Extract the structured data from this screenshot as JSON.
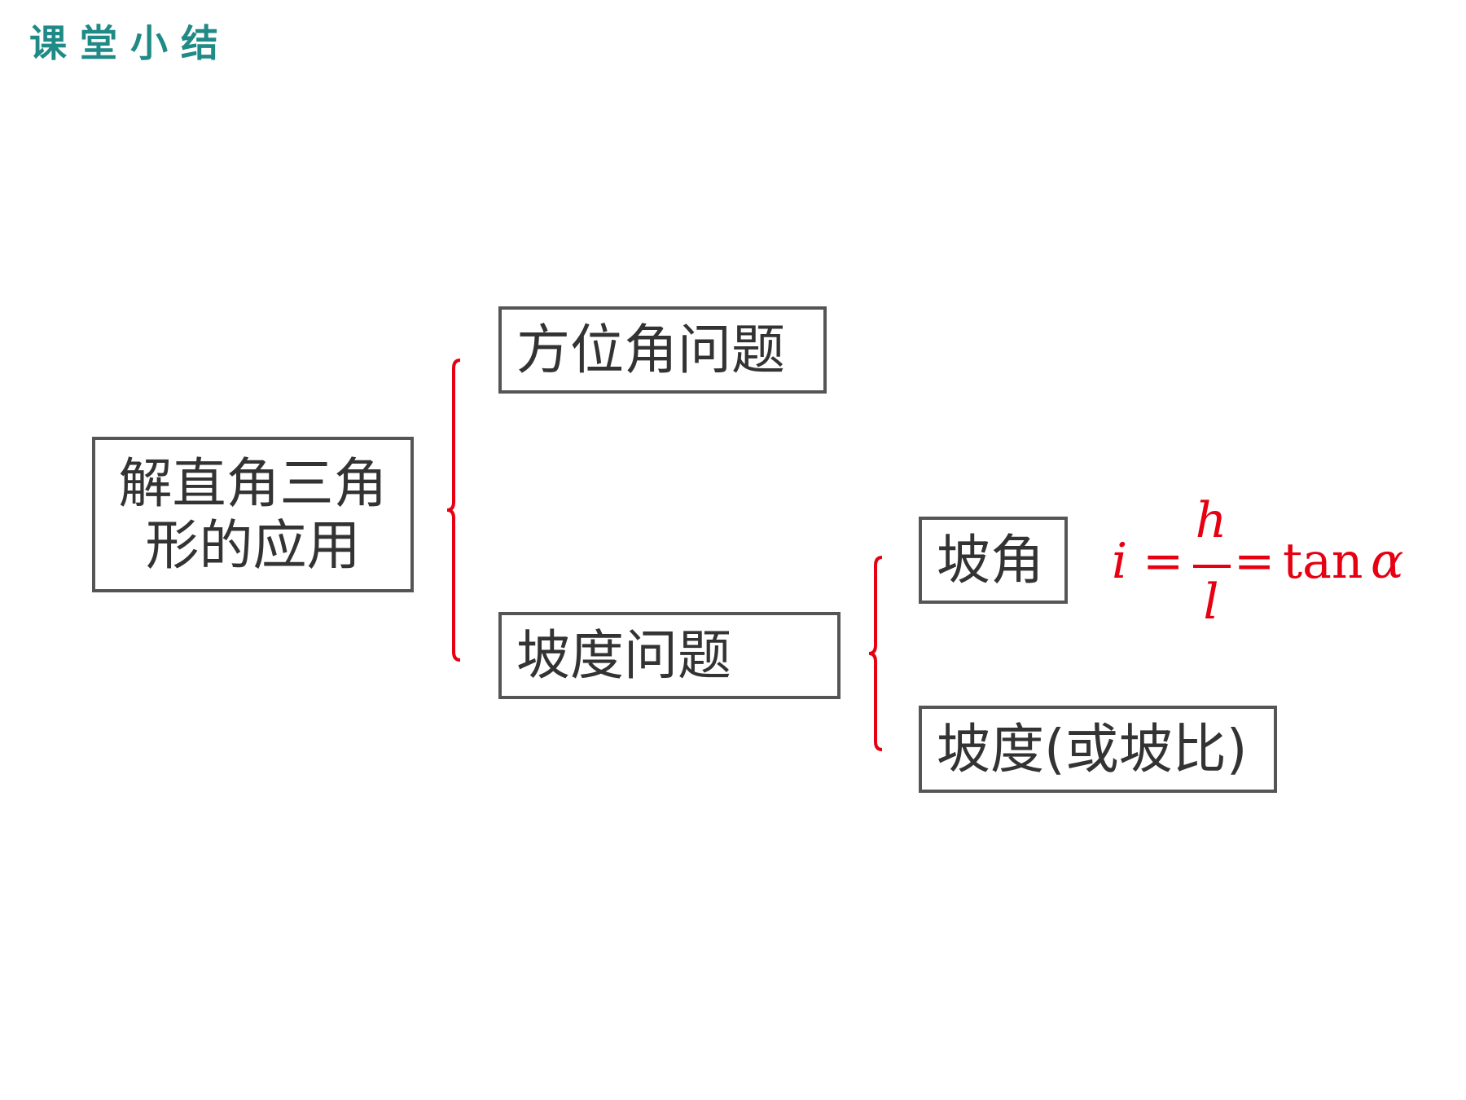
{
  "heading": "课堂小结",
  "root": {
    "label": "解直角三角形的应用"
  },
  "branches": {
    "bearing": {
      "label": "方位角问题"
    },
    "slope": {
      "label": "坡度问题"
    }
  },
  "slope_children": {
    "angle": {
      "label": "坡角"
    },
    "ratio": {
      "label": "坡度(或坡比)"
    }
  },
  "formula": {
    "lhs": "i",
    "equals": "=",
    "numerator": "h",
    "denominator": "l",
    "rhs_function": "tan",
    "rhs_symbol": "α"
  },
  "colors": {
    "heading": "#1f8a86",
    "box_border": "#555555",
    "text": "#333333",
    "accent": "#e60012"
  }
}
